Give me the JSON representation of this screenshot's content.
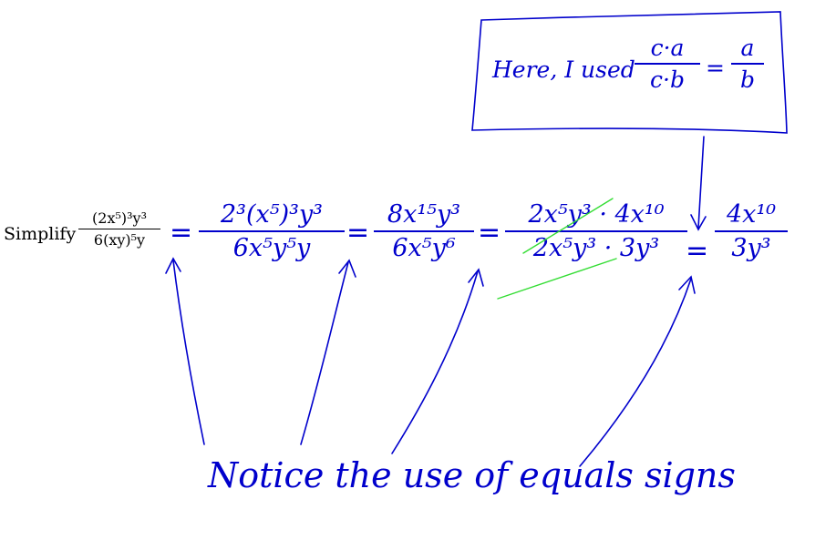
{
  "problem": {
    "instruction": "Simplify",
    "numerator": "(2x⁵)³y³",
    "denominator": "6(xy)⁵y"
  },
  "steps": [
    {
      "numerator": "2³(x⁵)³y³",
      "denominator": "6x⁵y⁵y"
    },
    {
      "numerator": "8x¹⁵y³",
      "denominator": "6x⁵y⁶"
    },
    {
      "numerator": "2x⁵y³ · 4x¹⁰",
      "denominator": "2x⁵y³ · 3y³"
    },
    {
      "numerator": "4x¹⁰",
      "denominator": "3y³"
    }
  ],
  "equals_sign": "=",
  "callout": {
    "text": "Here, I used",
    "frac_left_num": "c·a",
    "frac_left_den": "c·b",
    "frac_right_num": "a",
    "frac_right_den": "b"
  },
  "bottom_note": "Notice the use of equals signs",
  "colors": {
    "ink": "#0000cc",
    "printed": "#000000",
    "cancel": "#33dd33",
    "background": "#ffffff"
  }
}
